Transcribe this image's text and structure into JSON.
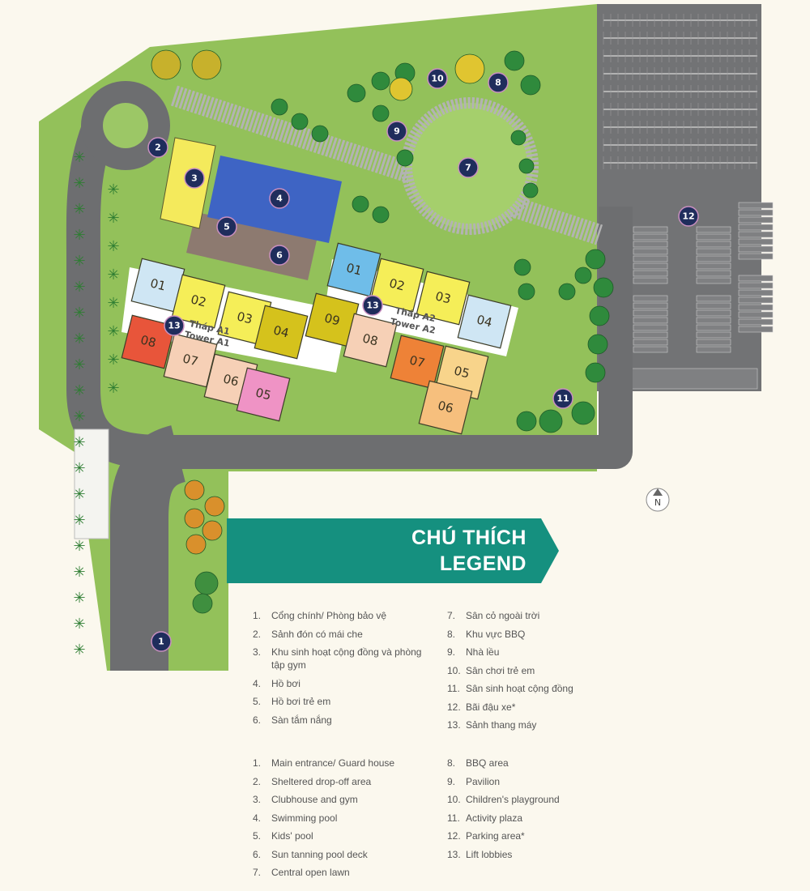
{
  "colors": {
    "grass": "#93c15a",
    "road": "#6d6e70",
    "parking": "#737476",
    "pool": "#3e64c4",
    "deck": "#8d7a70",
    "marker": "#1f2d5c",
    "banner": "#15907f"
  },
  "towers": [
    {
      "name_vi": "Tháp A1",
      "name_en": "Tower A1",
      "units": [
        {
          "label": "01",
          "color": "#cfe6f4"
        },
        {
          "label": "02",
          "color": "#f5ee58"
        },
        {
          "label": "03",
          "color": "#f5ee58"
        },
        {
          "label": "04",
          "color": "#d5c21c"
        },
        {
          "label": "09",
          "color": "#d5c21c"
        },
        {
          "label": "08",
          "color": "#e8553a"
        },
        {
          "label": "07",
          "color": "#f6d0b6"
        },
        {
          "label": "06",
          "color": "#f6d0b6"
        },
        {
          "label": "05",
          "color": "#ef93c5"
        }
      ]
    },
    {
      "name_vi": "Tháp A2",
      "name_en": "Tower A2",
      "units": [
        {
          "label": "01",
          "color": "#6fbde9"
        },
        {
          "label": "02",
          "color": "#f5ee58"
        },
        {
          "label": "03",
          "color": "#f5ee58"
        },
        {
          "label": "04",
          "color": "#cfe6f4"
        },
        {
          "label": "08",
          "color": "#f6d0b6"
        },
        {
          "label": "07",
          "color": "#ee8237"
        },
        {
          "label": "05",
          "color": "#f8d48b"
        },
        {
          "label": "06",
          "color": "#f6bf7d"
        }
      ]
    }
  ],
  "markers": [
    "1",
    "2",
    "3",
    "4",
    "5",
    "6",
    "7",
    "8",
    "9",
    "10",
    "11",
    "12",
    "13",
    "13"
  ],
  "north_label": "N",
  "legend": {
    "title_vi": "CHÚ THÍCH",
    "title_en": "LEGEND",
    "vi": [
      {
        "n": "1.",
        "t": "Cổng chính/ Phòng bảo vệ"
      },
      {
        "n": "2.",
        "t": "Sảnh đón có mái che"
      },
      {
        "n": "3.",
        "t": "Khu sinh hoạt cộng đồng và phòng tập gym"
      },
      {
        "n": "4.",
        "t": "Hồ bơi"
      },
      {
        "n": "5.",
        "t": "Hồ bơi trẻ em"
      },
      {
        "n": "6.",
        "t": "Sàn tắm nắng"
      },
      {
        "n": "7.",
        "t": "Sân cỏ ngoài trời"
      },
      {
        "n": "8.",
        "t": "Khu vực BBQ"
      },
      {
        "n": "9.",
        "t": "Nhà lều"
      },
      {
        "n": "10.",
        "t": "Sân chơi trẻ em"
      },
      {
        "n": "11.",
        "t": "Sân sinh hoạt cộng đồng"
      },
      {
        "n": "12.",
        "t": "Bãi đậu xe*"
      },
      {
        "n": "13.",
        "t": "Sảnh thang máy"
      }
    ],
    "en": [
      {
        "n": "1.",
        "t": "Main entrance/ Guard house"
      },
      {
        "n": "2.",
        "t": "Sheltered drop-off area"
      },
      {
        "n": "3.",
        "t": "Clubhouse and gym"
      },
      {
        "n": "4.",
        "t": "Swimming pool"
      },
      {
        "n": "5.",
        "t": "Kids' pool"
      },
      {
        "n": "6.",
        "t": "Sun tanning pool deck"
      },
      {
        "n": "7.",
        "t": "Central open lawn"
      },
      {
        "n": "8.",
        "t": "BBQ area"
      },
      {
        "n": "9.",
        "t": "Pavilion"
      },
      {
        "n": "10.",
        "t": "Children's playground"
      },
      {
        "n": "11.",
        "t": "Activity plaza"
      },
      {
        "n": "12.",
        "t": "Parking area*"
      },
      {
        "n": "13.",
        "t": "Lift lobbies"
      }
    ]
  }
}
